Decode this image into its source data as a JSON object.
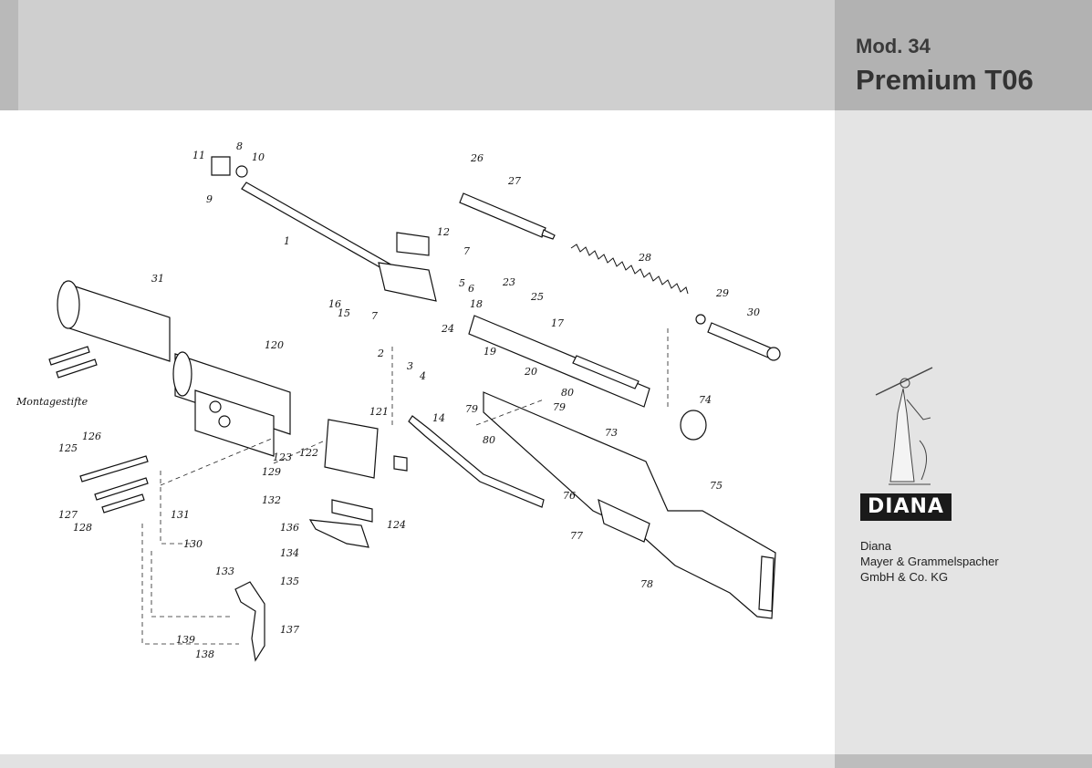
{
  "header": {
    "model": "Mod. 34",
    "product": "Premium T06"
  },
  "brand": {
    "logo_text": "DIANA",
    "company_lines": [
      "Diana",
      "Mayer & Grammelspacher",
      "GmbH & Co. KG"
    ]
  },
  "diagram": {
    "caption_mounting_pins": "Montagestifte",
    "part_numbers": [
      "1",
      "2",
      "3",
      "4",
      "5",
      "6",
      "7",
      "7",
      "8",
      "9",
      "10",
      "11",
      "12",
      "14",
      "15",
      "16",
      "17",
      "18",
      "19",
      "20",
      "23",
      "24",
      "25",
      "26",
      "27",
      "28",
      "29",
      "30",
      "31",
      "73",
      "74",
      "75",
      "76",
      "77",
      "78",
      "79",
      "79",
      "80",
      "80",
      "120",
      "121",
      "122",
      "123",
      "124",
      "125",
      "126",
      "127",
      "128",
      "129",
      "130",
      "131",
      "132",
      "133",
      "134",
      "135",
      "136",
      "137",
      "138",
      "139"
    ]
  },
  "colors": {
    "header_bg": "#cfcfcf",
    "sidebar_bg": "#e4e4e4",
    "sidebar_head_bg": "#b2b2b2",
    "logo_bg": "#1a1a1a"
  }
}
